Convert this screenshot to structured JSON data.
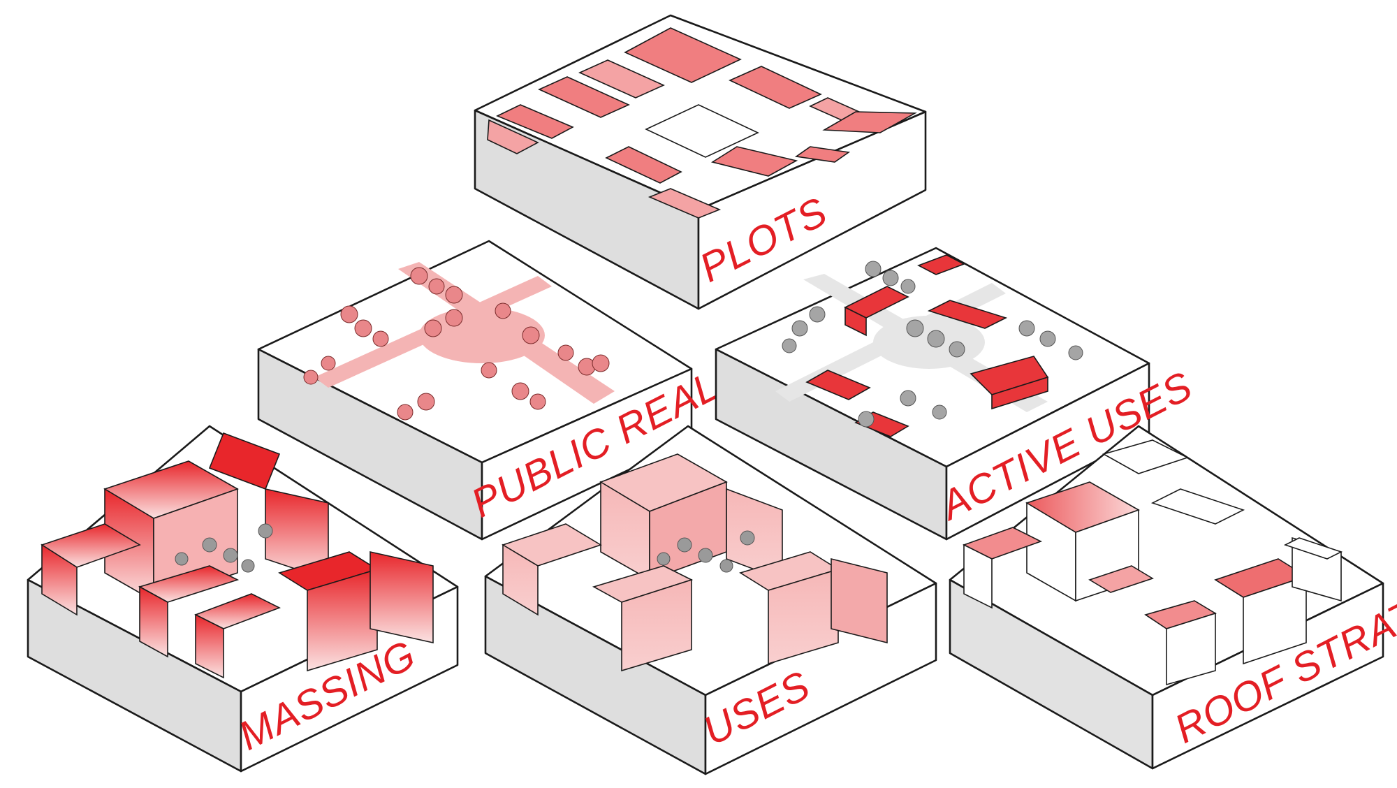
{
  "diagram": {
    "panels": [
      {
        "id": "plots",
        "label": "PLOTS"
      },
      {
        "id": "public-realm",
        "label": "PUBLIC REALM"
      },
      {
        "id": "active-uses",
        "label": "ACTIVE USES"
      },
      {
        "id": "massing",
        "label": "MASSING"
      },
      {
        "id": "uses",
        "label": "USES"
      },
      {
        "id": "roof-strategy",
        "label": "ROOF STRATEGY"
      }
    ],
    "colors": {
      "accent_red": "#e31e24",
      "plot_fill": "#f07e80",
      "light_pink": "#f4b4b4",
      "side_grey": "#d9d9d9",
      "tree_grey": "#9a9a9a",
      "outline": "#1a1a1a"
    }
  }
}
